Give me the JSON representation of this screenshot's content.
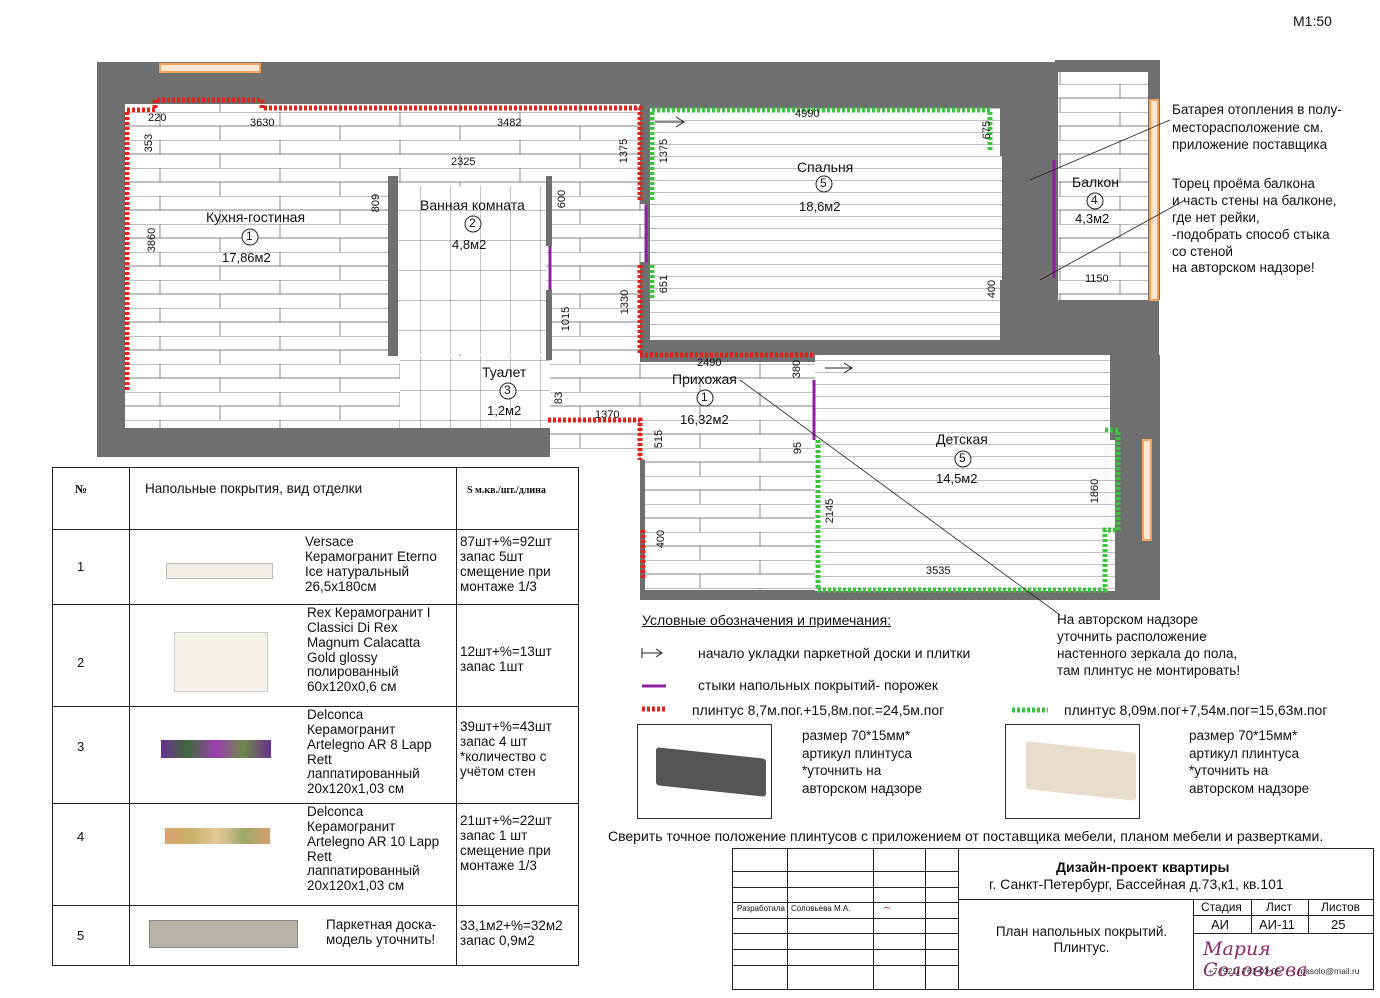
{
  "scale": "М1:50",
  "rooms": [
    {
      "id": "kitchen",
      "name": "Кухня-гостиная",
      "num": "1",
      "area": "17,86м2"
    },
    {
      "id": "bath",
      "name": "Ванная комната",
      "num": "2",
      "area": "4,8м2"
    },
    {
      "id": "wc",
      "name": "Туалет",
      "num": "3",
      "area": "1,2м2"
    },
    {
      "id": "bedroom",
      "name": "Спальня",
      "num": "5",
      "area": "18,6м2"
    },
    {
      "id": "balcony",
      "name": "Балкон",
      "num": "4",
      "area": "4,3м2"
    },
    {
      "id": "hall",
      "name": "Прихожая",
      "num": "1",
      "area": "16,32м2"
    },
    {
      "id": "kids",
      "name": "Детская",
      "num": "5",
      "area": "14,5м2"
    }
  ],
  "dimensions": [
    "220",
    "3630",
    "3482",
    "353",
    "2325",
    "3860",
    "809",
    "600",
    "1375",
    "1375",
    "4990",
    "675",
    "651",
    "1330",
    "1015",
    "2490",
    "380",
    "83",
    "1370",
    "515",
    "95",
    "2145",
    "1860",
    "3535",
    "400",
    "400",
    "1150"
  ],
  "notes": {
    "radiator": "Батарея отопления в полу-\nместорасположение см.\nприложение поставщика",
    "balcony": "Торец проёма балкона\nи часть стены на балконе,\nгде нет рейки,\n-подобрать способ стыка\nсо стеной\nна авторском надзоре!",
    "mirror": "На авторском надзоре\nуточнить расположение\nнастенного зеркала до пола,\nтам плинтус не монтировать!",
    "check": "Сверить точное положение плинтусов с приложением от поставщика мебели, планом мебели и развертками."
  },
  "legend": {
    "title": "Условные обозначения и примечания:",
    "start": "начало укладки паркетной доски и плитки",
    "joint": "стыки напольных покрытий- порожек",
    "red": "плинтус 8,7м.пог.+15,8м.пог.=24,5м.пог",
    "green": "плинтус 8,09м.пог+7,54м.пог=15,63м.пог",
    "size_red": "размер 70*15мм*\nартикул плинтуса\n*уточнить на\nавторском надзоре",
    "size_green": "размер 70*15мм*\nартикул плинтуса\n*уточнить на\nавторском надзоре"
  },
  "table": {
    "headers": [
      "№",
      "Напольные покрытия, вид отделки",
      "S м.кв./шт./длина"
    ],
    "rows": [
      {
        "num": "1",
        "name": "Versace\nКерамогранит Eterno\nIce натуральный\n26,5х180см",
        "qty": "87шт+%=92шт\n запас 5шт\n смещение при\n монтаже 1/3"
      },
      {
        "num": "2",
        "name": "Rex Керамогранит I\nClassici Di Rex\nMagnum Calacatta\nGold glossy\nполированный\n60х120х0,6 см",
        "qty": "12шт+%=13шт\n запас 1шт"
      },
      {
        "num": "3",
        "name": "Delconca\nКерамогранит\nArtelegno AR 8 Lapp\nRett\nлаппатированный\n20х120х1,03 см",
        "qty": "39шт+%=43шт\n запас 4 шт\n *количество с\n учётом стен"
      },
      {
        "num": "4",
        "name": "Delconca\nКерамогранит\nArtelegno AR 10 Lapp\nRett\nлаппатированный\n20х120х1,03 см",
        "qty": "21шт+%=22шт\n запас 1 шт\n смещение при\n монтаже 1/3"
      },
      {
        "num": "5",
        "name": "Паркетная доска-\nмодель уточнить!",
        "qty": "33,1м2+%=32м2\nзапас 0,9м2"
      }
    ]
  },
  "titleblock": {
    "project": "Дизайн-проект квартиры",
    "address": "г. Санкт-Петербург, Бассейная д.73,к1, кв.101",
    "developed": "Разработала",
    "author": "Соловьева М.А.",
    "sheet_title": "План напольных покрытий.\nПлинтус.",
    "stage_h": "Стадия",
    "sheet_h": "Лист",
    "sheets_h": "Листов",
    "stage": "АИ",
    "sheet": "АИ-11",
    "sheets": "25",
    "logo": "Мария Соловьева",
    "phone": "+7 (921) 761-03-05",
    "email": "masolo@mail.ru"
  },
  "colors": {
    "wall": "#6f6f6f",
    "baseboard_red": "#e0241b",
    "baseboard_green": "#3cc43c",
    "joint": "#8e1fa0",
    "window": "#f2a25a"
  }
}
